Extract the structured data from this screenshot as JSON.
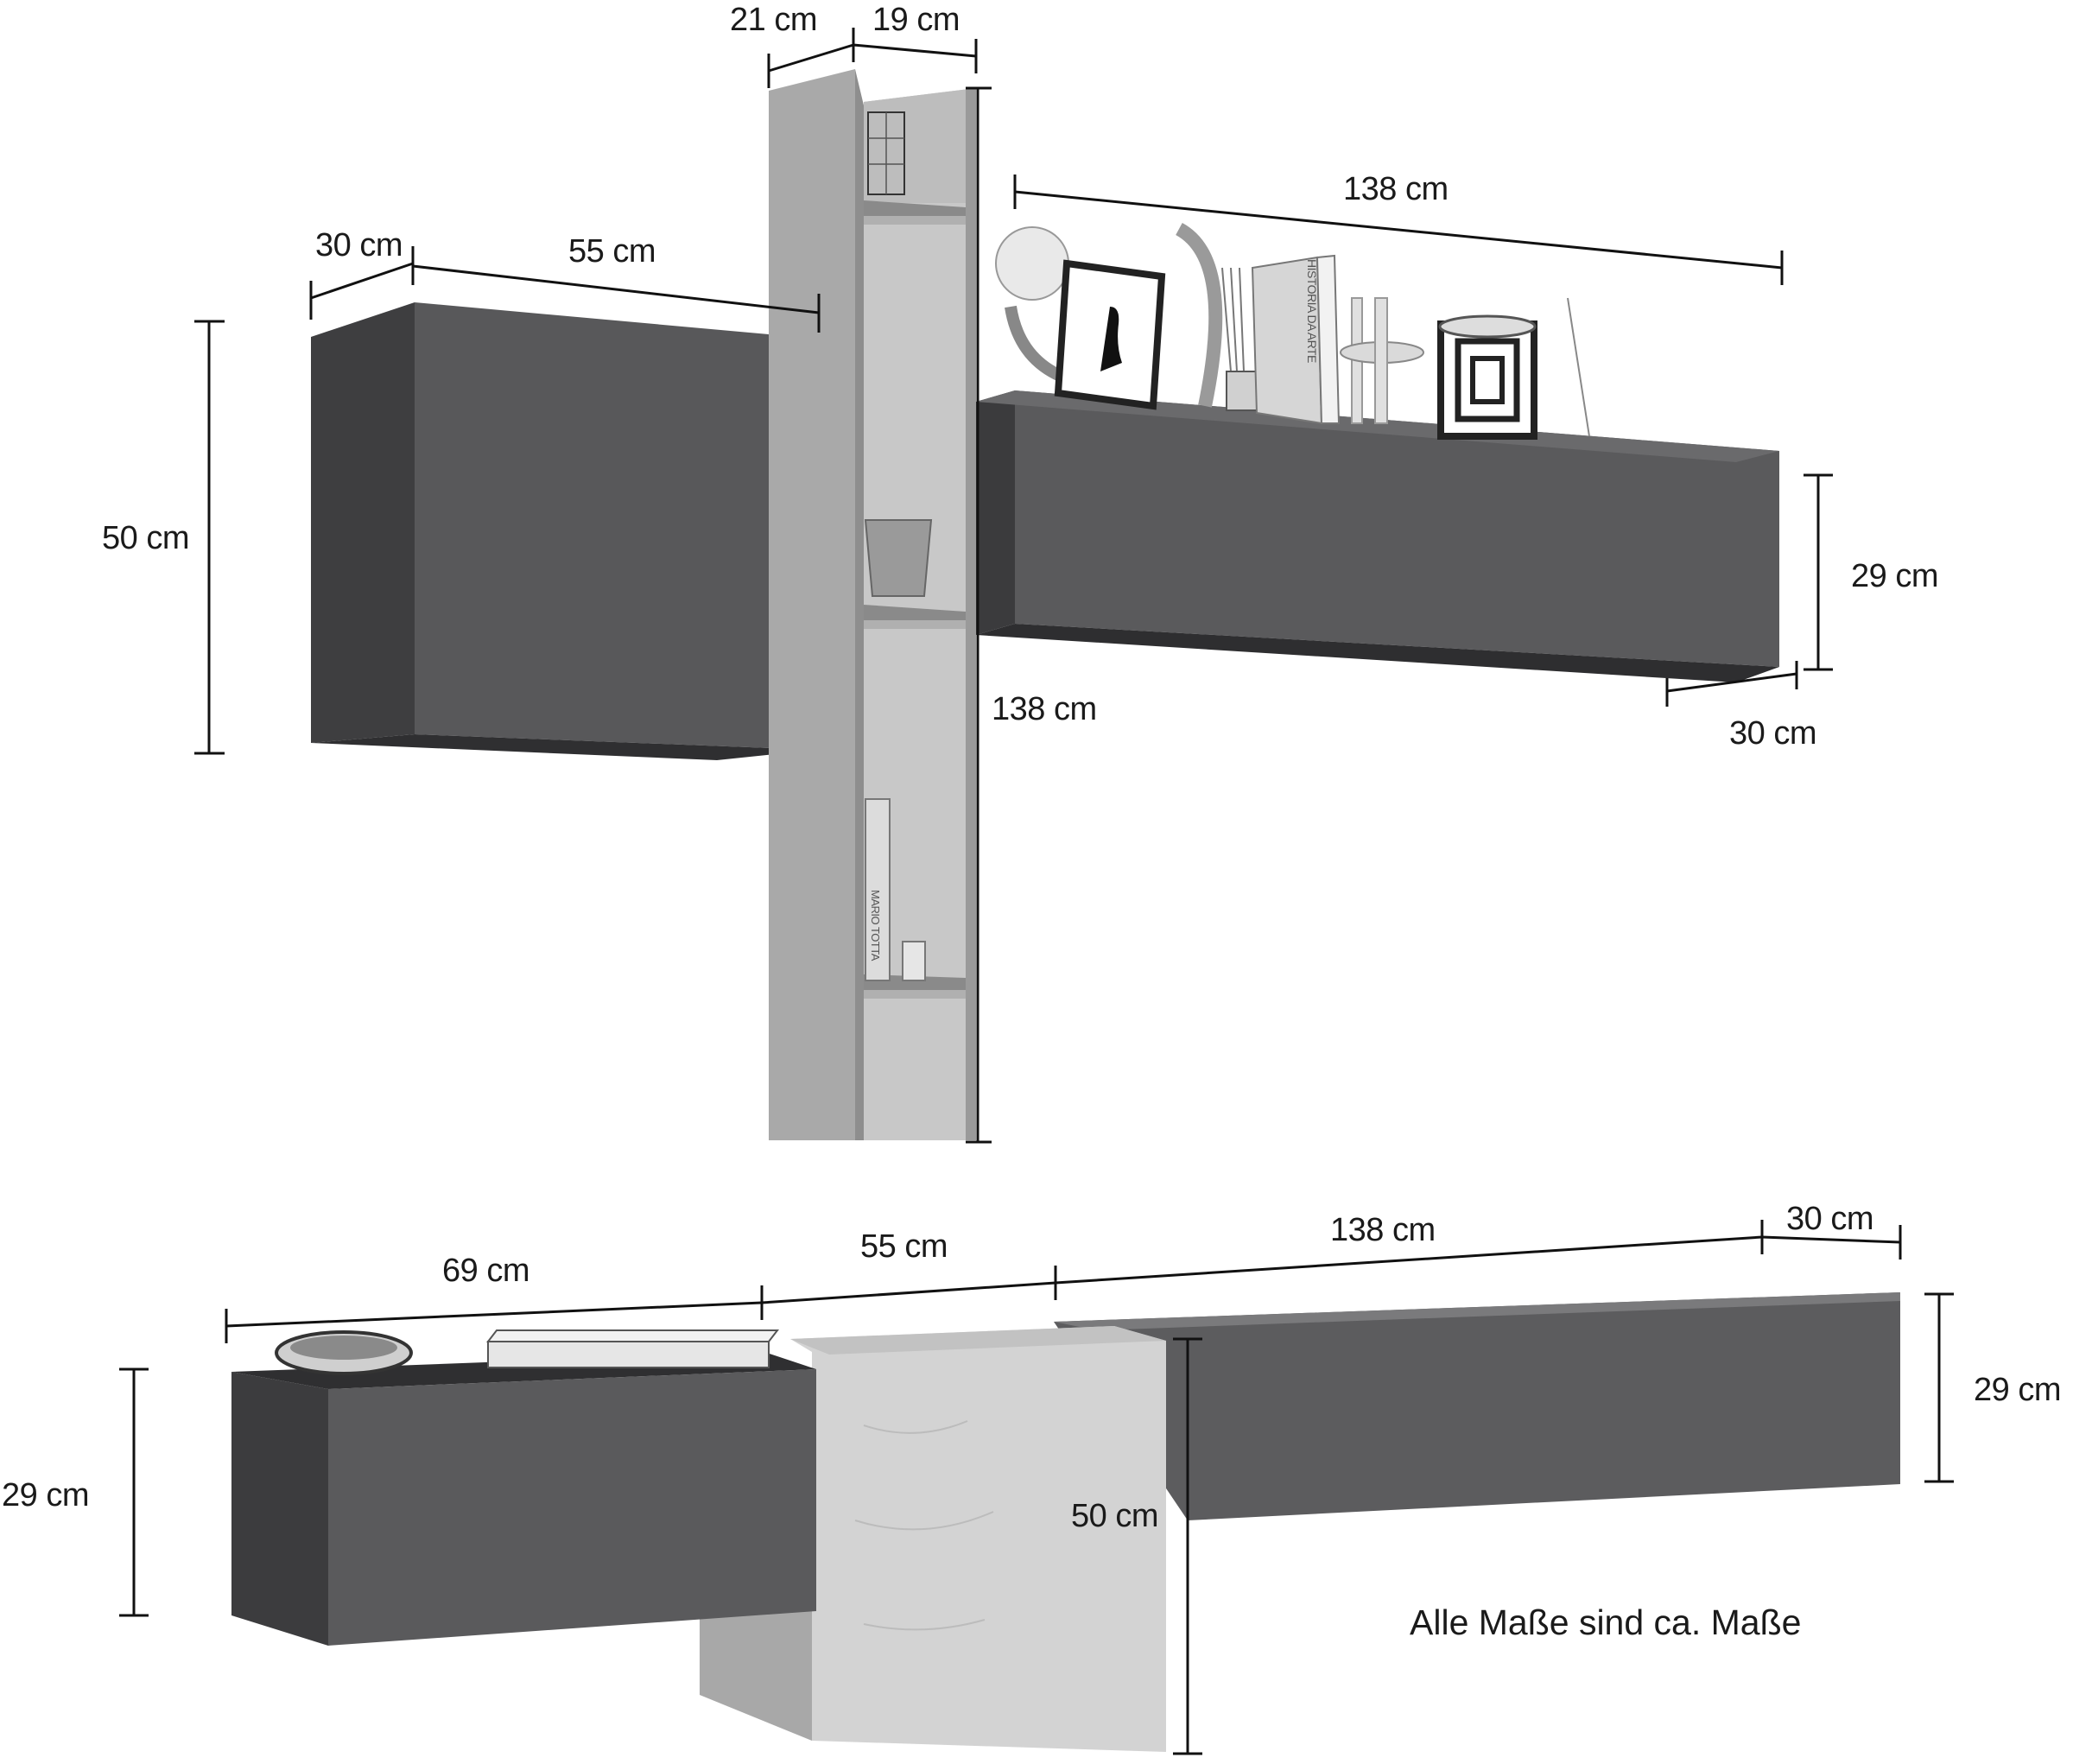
{
  "colors": {
    "anthracite": "#58585a",
    "anthracite_dark": "#444446",
    "anthracite_top": "#3c3c3e",
    "oak": "#bdbdbd",
    "oak_dark": "#9e9e9e",
    "dimension_line": "#111111"
  },
  "upper_unit": {
    "left_cabinet": {
      "depth": "30 cm",
      "width": "55 cm",
      "height": "50 cm"
    },
    "shelf_column": {
      "depth_a": "21 cm",
      "depth_b": "19 cm",
      "height": "138 cm"
    },
    "right_cabinet": {
      "width": "138 cm",
      "height": "29 cm",
      "depth": "30 cm"
    },
    "book_titles": [
      "HISTORIA DA ARTE",
      "MARIO TOTTA"
    ]
  },
  "lower_unit": {
    "left_cabinet_width": "69 cm",
    "left_cabinet_height": "29 cm",
    "middle_cabinet_width": "55 cm",
    "middle_cabinet_height": "50 cm",
    "right_cabinet_width": "138 cm",
    "right_cabinet_depth": "30 cm",
    "right_cabinet_height": "29 cm"
  },
  "note": "Alle Maße sind ca. Maße"
}
